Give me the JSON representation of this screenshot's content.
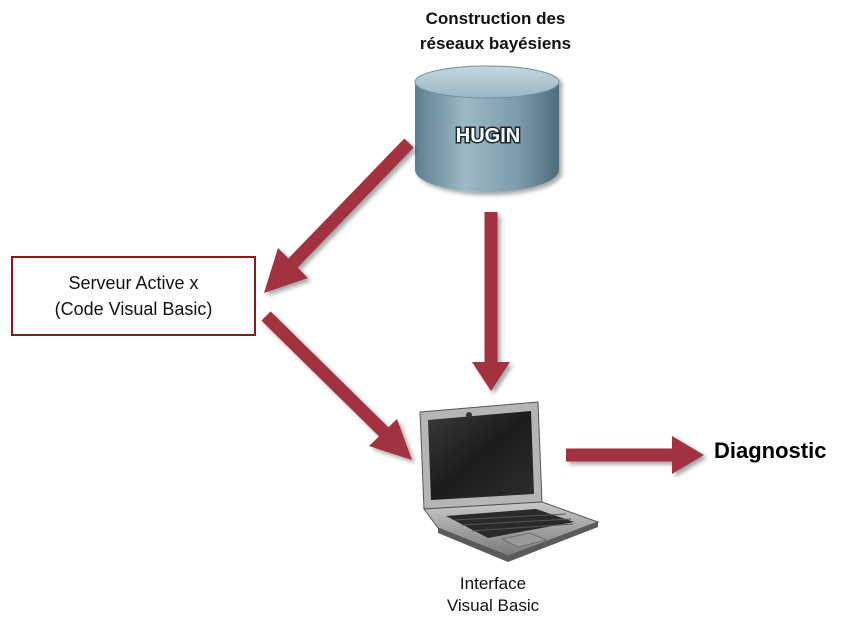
{
  "top_caption": {
    "line1": "Construction des",
    "line2": "réseaux bayésiens"
  },
  "database": {
    "label": "HUGIN",
    "icon": "database-cylinder-icon"
  },
  "server_box": {
    "line1": "Serveur Active x",
    "line2": "(Code Visual Basic)"
  },
  "laptop": {
    "icon": "laptop-icon"
  },
  "bottom_caption": {
    "line1": "Interface",
    "line2": "Visual Basic"
  },
  "output": {
    "label": "Diagnostic"
  },
  "colors": {
    "arrow": "#a3303f",
    "cylinder_top": "#a9c3d0",
    "cylinder_body": "#7e9dad",
    "box_border": "#8b1a1a"
  }
}
